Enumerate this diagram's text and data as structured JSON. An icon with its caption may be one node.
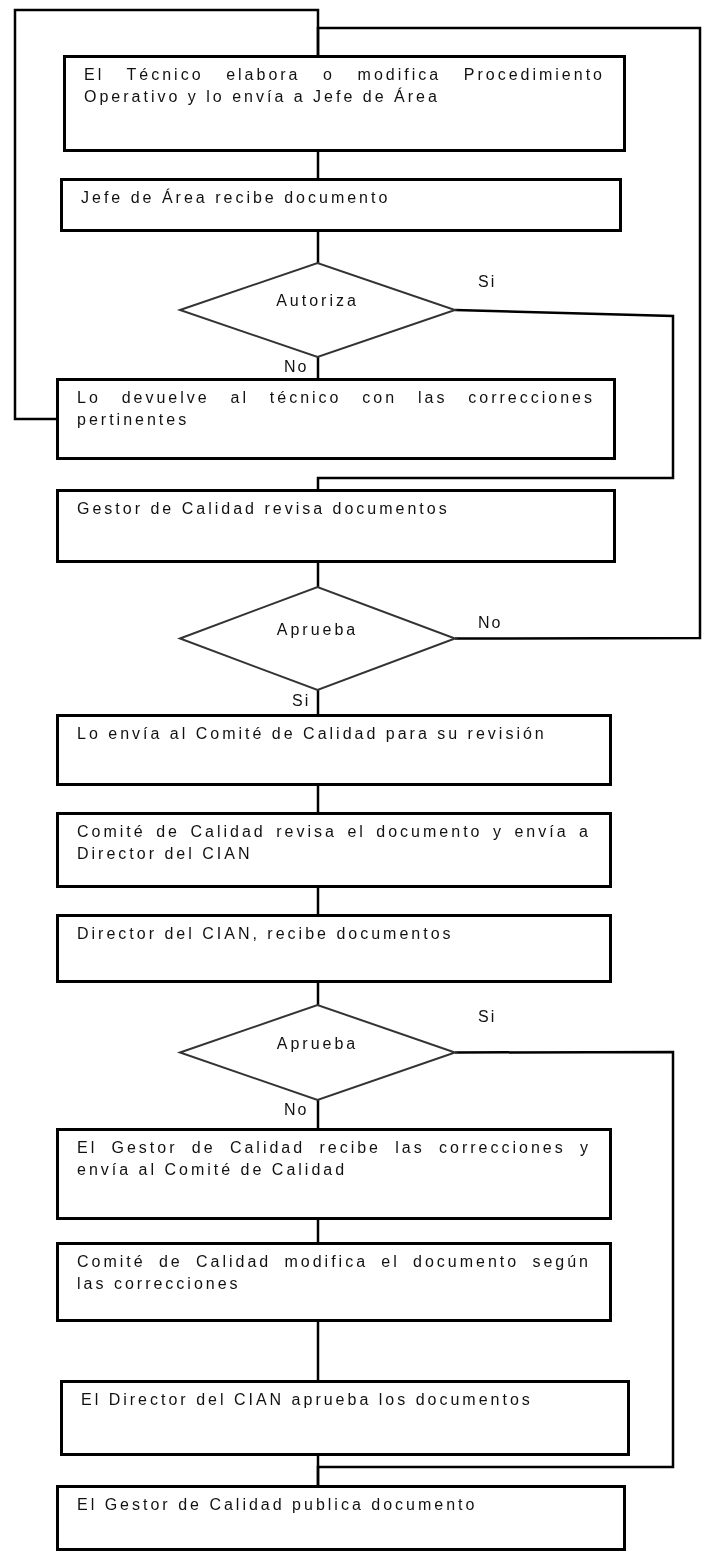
{
  "diagram": {
    "nodes": [
      {
        "text": [
          "El Técnico elabora o modifica Procedimiento Operativo y lo envía a Jefe de Área"
        ]
      },
      {
        "text": [
          "Jefe de Área recibe documento"
        ]
      },
      {
        "text": [
          "Autoriza"
        ]
      },
      {
        "text": [
          "Lo devuelve al técnico con las correcciones pertinentes"
        ]
      },
      {
        "text": [
          "Gestor de Calidad revisa documentos"
        ]
      },
      {
        "text": [
          "Aprueba"
        ]
      },
      {
        "text": [
          "Lo envía al Comité de Calidad para su revisión"
        ]
      },
      {
        "text": [
          "Comité de Calidad revisa el documento y envía a Director del CIAN"
        ]
      },
      {
        "text": [
          "Director del CIAN, recibe documentos"
        ]
      },
      {
        "text": [
          "Aprueba"
        ]
      },
      {
        "text": [
          "El Gestor de Calidad recibe las correcciones y envía al Comité de Calidad"
        ]
      },
      {
        "text": [
          "Comité de Calidad modifica el documento según las correcciones"
        ]
      },
      {
        "text": [
          "El Director del CIAN aprueba los documentos"
        ]
      },
      {
        "text": [
          "El Gestor de Calidad publica documento"
        ]
      }
    ],
    "edges": [
      {
        "from": 0,
        "to": 1,
        "arrow": "none"
      },
      {
        "from": 1,
        "to": 2,
        "arrow": "none"
      },
      {
        "from": 2,
        "to": 3,
        "arrow": "none",
        "label": "No"
      },
      {
        "from": 2,
        "to": 4,
        "arrow": "none",
        "label": "Si"
      },
      {
        "from": 3,
        "to": 0,
        "arrow": "none"
      },
      {
        "from": 4,
        "to": 5,
        "arrow": "none"
      },
      {
        "from": 5,
        "to": 0,
        "arrow": "none",
        "label": "No"
      },
      {
        "from": 5,
        "to": 6,
        "arrow": "none",
        "label": "Si"
      },
      {
        "from": 6,
        "to": 7,
        "arrow": "none"
      },
      {
        "from": 7,
        "to": 8,
        "arrow": "none"
      },
      {
        "from": 8,
        "to": 9,
        "arrow": "none"
      },
      {
        "from": 9,
        "to": 10,
        "arrow": "none",
        "label": "No"
      },
      {
        "from": 10,
        "to": 11,
        "arrow": "none"
      },
      {
        "from": 11,
        "to": 12,
        "arrow": "none"
      },
      {
        "from": 12,
        "to": 13,
        "arrow": "none"
      },
      {
        "from": 9,
        "to": 13,
        "arrow": "none",
        "label": "Si"
      }
    ]
  }
}
